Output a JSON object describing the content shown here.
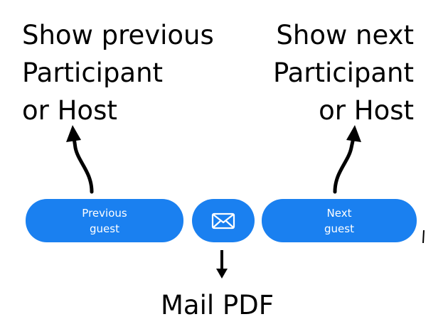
{
  "annotations": {
    "left": [
      "Show previous",
      "Participant",
      "or Host"
    ],
    "right": [
      "Show next",
      "Participant",
      "or Host"
    ],
    "bottom": "Mail PDF"
  },
  "toolbar": {
    "previous_button": {
      "line1": "Previous",
      "line2": "guest"
    },
    "mail_button": {
      "icon": "envelope-icon"
    },
    "next_button": {
      "line1": "Next",
      "line2": "guest"
    }
  },
  "colors": {
    "accent": "#1a80f0",
    "button_text": "#ffffff",
    "annotation_text": "#000000"
  }
}
